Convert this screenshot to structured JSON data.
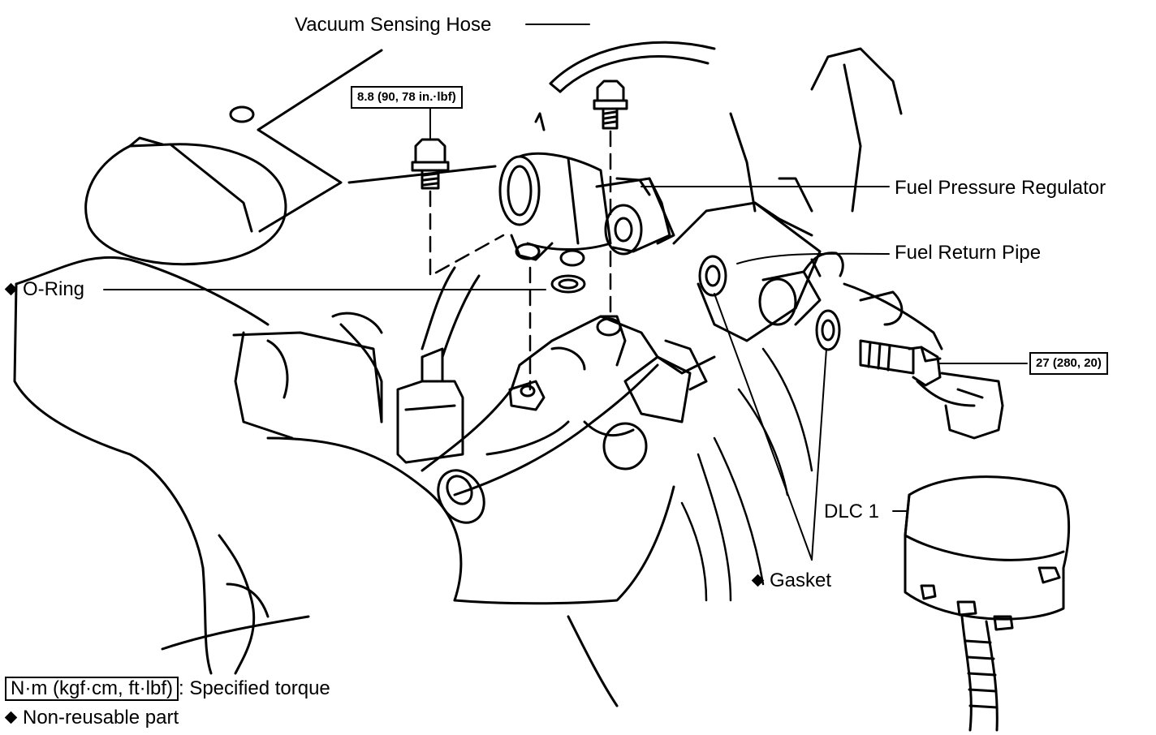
{
  "labels": {
    "vacuum_hose": "Vacuum Sensing Hose",
    "fuel_pressure_regulator": "Fuel Pressure Regulator",
    "fuel_return_pipe": "Fuel Return Pipe",
    "o_ring": "O-Ring",
    "gasket": "Gasket",
    "dlc": "DLC 1"
  },
  "torque": {
    "regulator_bolt": "8.8 (90, 78 in.·lbf)",
    "union_bolt": "27 (280, 20)"
  },
  "legend": {
    "torque_unit": "N·m (kgf·cm, ft·lbf)",
    "torque_desc": ": Specified torque",
    "non_reusable": "Non-reusable part"
  },
  "icons": {
    "non_reusable_marker": "diamond-icon"
  }
}
